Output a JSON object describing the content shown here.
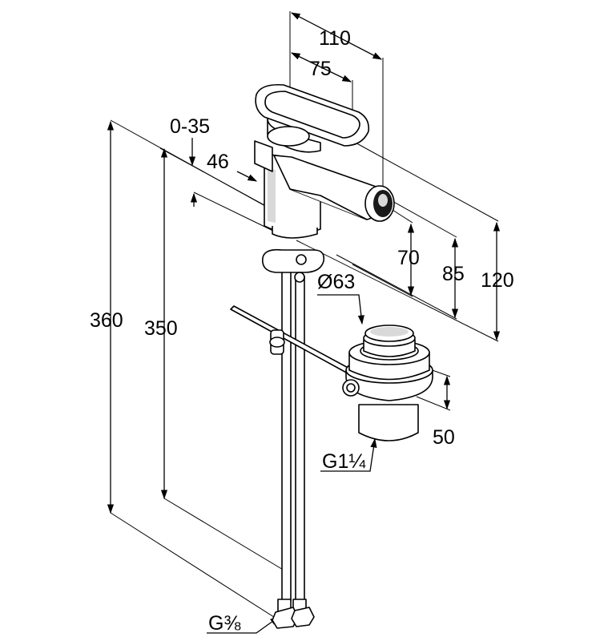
{
  "dimensions": {
    "d110": "110",
    "d75": "75",
    "d0_35": "0-35",
    "d46": "46",
    "d70": "70",
    "d85": "85",
    "d120": "120",
    "d360": "360",
    "d350": "350",
    "d63": "Ø63",
    "d50": "50",
    "thread_waste": "G1¼",
    "thread_supply": "G⅜"
  }
}
